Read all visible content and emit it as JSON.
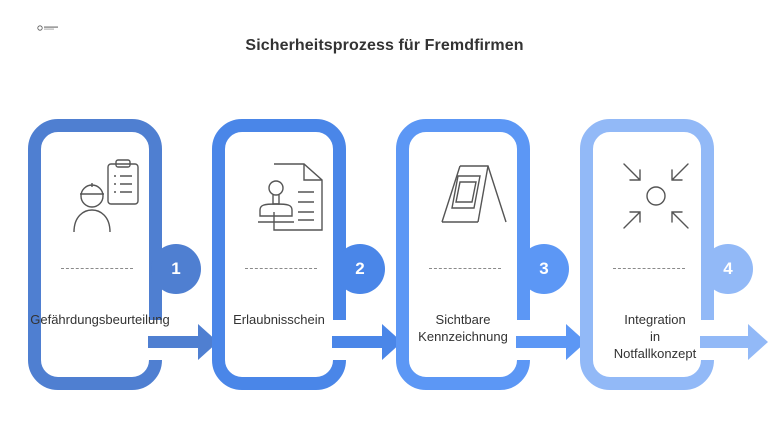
{
  "title": "Sicherheitsprozess für Fremdfirmen",
  "steps": [
    {
      "number": "1",
      "label": "Gefährdungsbeurteilung",
      "icon": "worker-checklist-icon",
      "color": "#4f7fd1"
    },
    {
      "number": "2",
      "label": "Erlaubnisschein",
      "icon": "stamp-document-icon",
      "color": "#4a86e8"
    },
    {
      "number": "3",
      "label": "Sichtbare\nKennzeichnung",
      "icon": "signboard-icon",
      "color": "#5c97f5"
    },
    {
      "number": "4",
      "label": "Integration\nin\nNotfallkonzept",
      "icon": "converging-arrows-icon",
      "color": "#92b9f7"
    }
  ]
}
